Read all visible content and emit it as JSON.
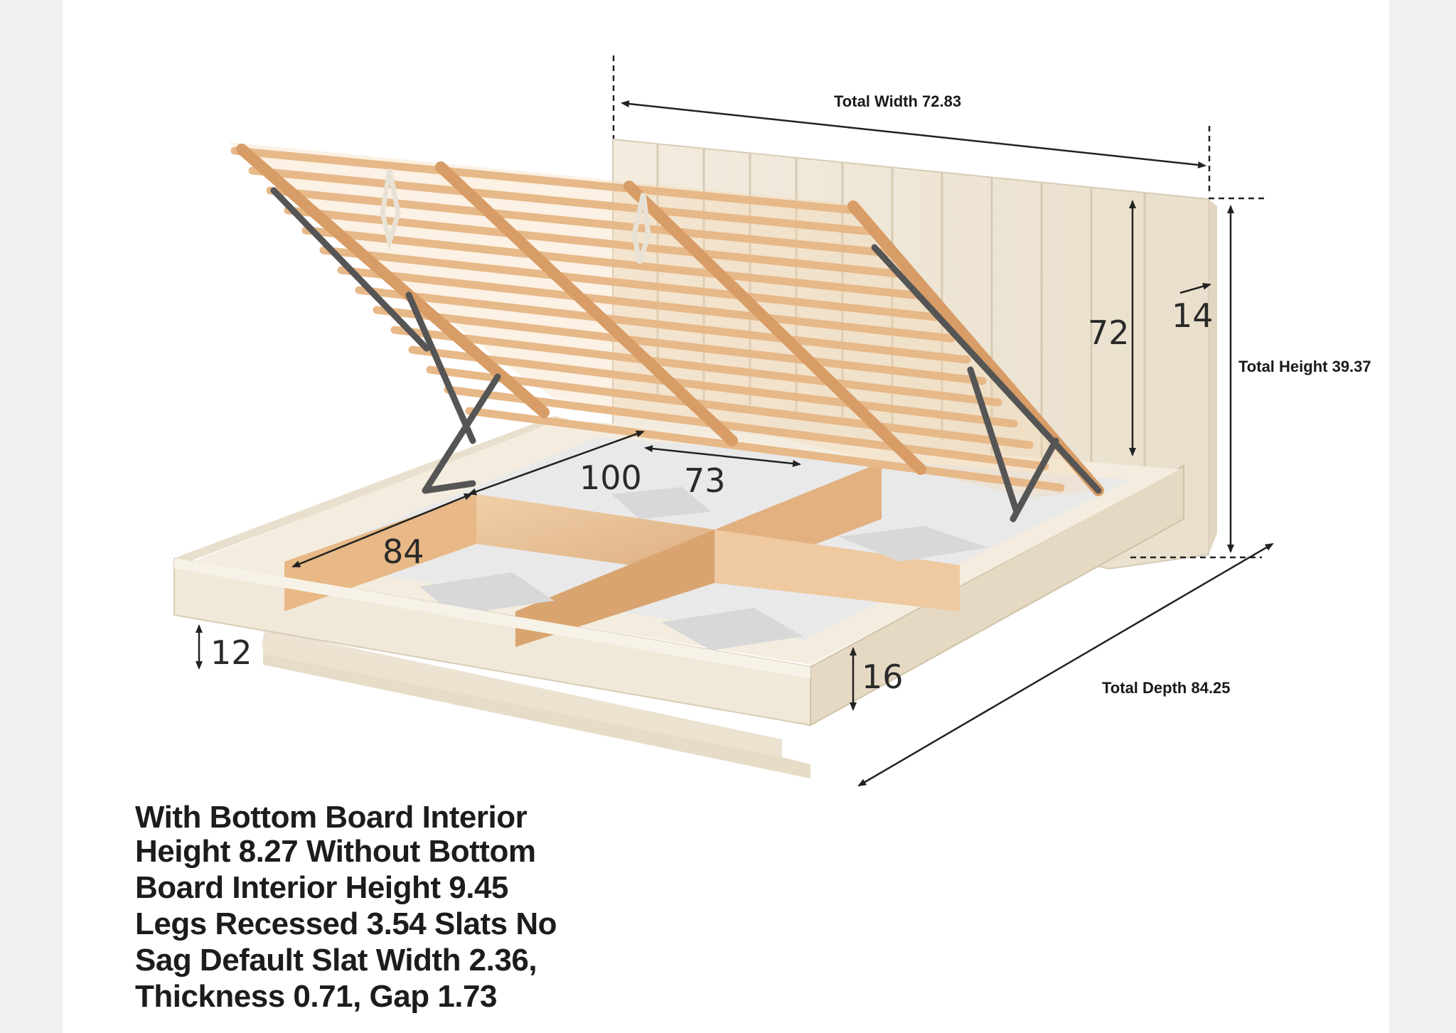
{
  "dimensions": {
    "total_width": "Total Width 72.83",
    "total_height": "Total Height 39.37",
    "total_depth": "Total Depth 84.25"
  },
  "callouts": {
    "headboard_height": "72",
    "headboard_thickness": "14",
    "compartment_depth": "100",
    "compartment_width": "73",
    "side_length": "84",
    "base_height": "12",
    "frame_height": "16"
  },
  "caption": {
    "line1": "With Bottom Board Interior",
    "line2": "Height 8.27 Without Bottom",
    "line3": "Board Interior Height 9.45",
    "line4": "Legs Recessed 3.54 Slats No",
    "line5": "Sag Default Slat Width 2.36,",
    "line6": "Thickness 0.71, Gap 1.73"
  },
  "colors": {
    "background": "#f1f1f1",
    "panel": "#ffffff",
    "frame_cream": "#efe7d6",
    "wood": "#e6b88a",
    "slat": "#e8bb8d",
    "dimension_line": "#222222"
  }
}
